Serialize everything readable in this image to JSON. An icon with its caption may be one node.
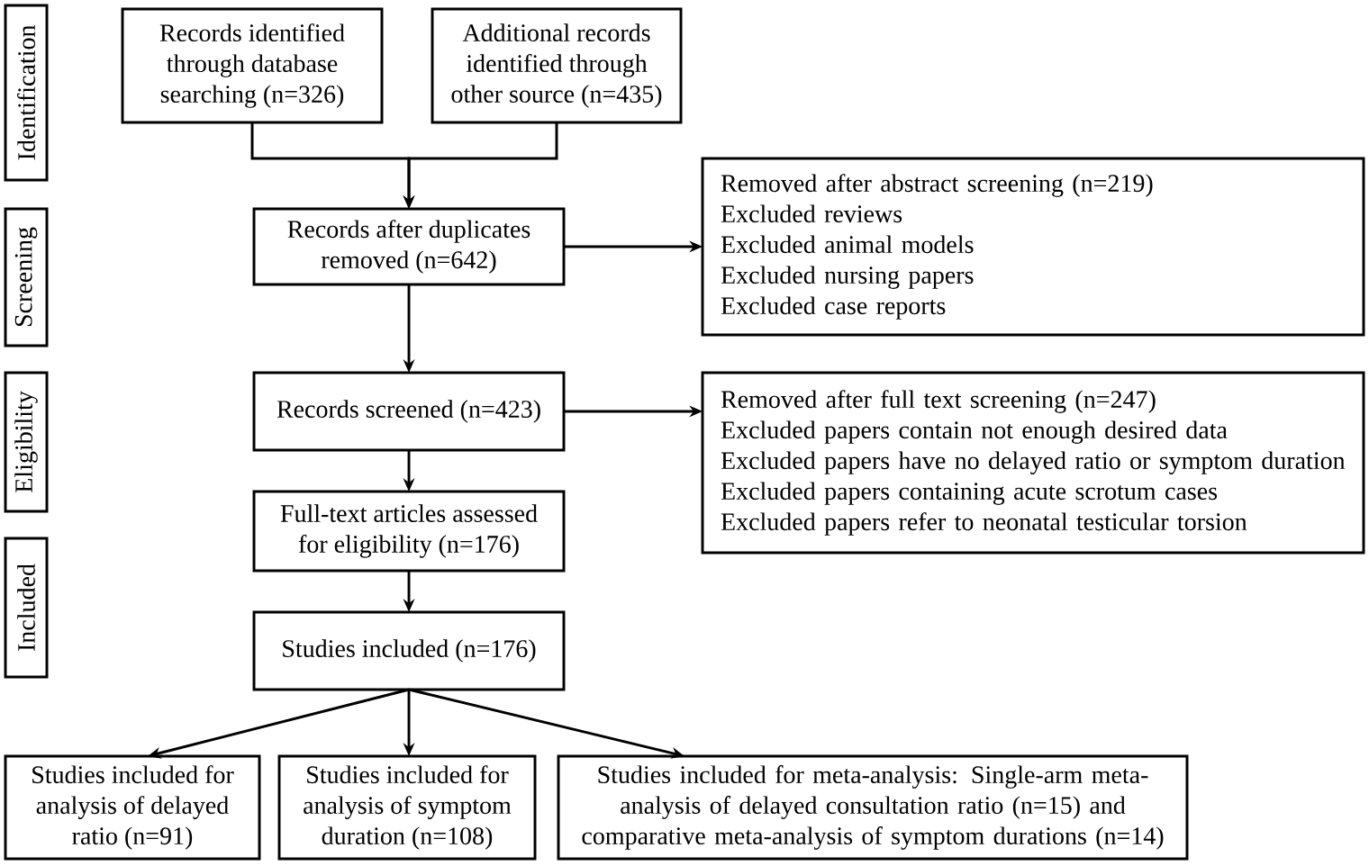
{
  "diagram": {
    "nodes": [
      {
        "text": [
          "Identification"
        ]
      },
      {
        "text": [
          "Screening"
        ]
      },
      {
        "text": [
          "Eligibility"
        ]
      },
      {
        "text": [
          "Included"
        ]
      },
      {
        "text": [
          "Records identified through database searching (n=326)"
        ]
      },
      {
        "text": [
          "Additional records identified through other source (n=435)"
        ]
      },
      {
        "text": [
          "Records after duplicates removed (n=642)"
        ]
      },
      {
        "text": [
          "Removed after abstract screening (n=219)",
          "Excluded reviews",
          "Excluded animal models",
          "Excluded nursing papers",
          "Excluded case reports"
        ]
      },
      {
        "text": [
          "Records screened (n=423)"
        ]
      },
      {
        "text": [
          "Removed after full text screening (n=247)",
          "Excluded papers contain not enough desired data",
          "Excluded papers have no delayed ratio or symptom duration",
          "Excluded papers containing acute scrotum cases",
          "Excluded papers refer to neonatal testicular torsion"
        ]
      },
      {
        "text": [
          "Full-text articles assessed for eligibility (n=176)"
        ]
      },
      {
        "text": [
          "Studies included (n=176)"
        ]
      },
      {
        "text": [
          "Studies included for analysis of delayed ratio (n=91)"
        ]
      },
      {
        "text": [
          "Studies included for analysis of symptom duration (n=108)"
        ]
      },
      {
        "text": [
          "Studies included for meta-analysis: Single-arm meta-analysis of delayed consultation ratio (n=15) and comparative meta-analysis of symptom durations (n=14)"
        ]
      }
    ],
    "edges": [
      {
        "from": 4,
        "to": 6,
        "arrow": "to"
      },
      {
        "from": 5,
        "to": 6,
        "arrow": "to"
      },
      {
        "from": 6,
        "to": 7,
        "arrow": "to"
      },
      {
        "from": 6,
        "to": 8,
        "arrow": "to"
      },
      {
        "from": 8,
        "to": 9,
        "arrow": "to"
      },
      {
        "from": 8,
        "to": 10,
        "arrow": "to"
      },
      {
        "from": 10,
        "to": 11,
        "arrow": "to"
      },
      {
        "from": 11,
        "to": 12,
        "arrow": "to"
      },
      {
        "from": 11,
        "to": 13,
        "arrow": "to"
      },
      {
        "from": 11,
        "to": 14,
        "arrow": "to"
      }
    ]
  }
}
